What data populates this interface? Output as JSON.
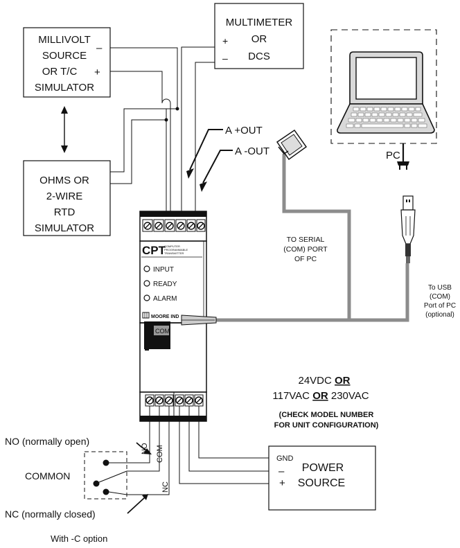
{
  "millivolt_source": {
    "line1": "MILLIVOLT",
    "line2": "SOURCE",
    "line3": "OR T/C",
    "line4": "SIMULATOR",
    "minus": "–",
    "plus": "+"
  },
  "ohms_simulator": {
    "line1": "OHMS OR",
    "line2": "2-WIRE",
    "line3": "RTD",
    "line4": "SIMULATOR"
  },
  "multimeter": {
    "line1": "MULTIMETER",
    "line2": "OR",
    "line3": "DCS",
    "plus": "+",
    "minus": "–"
  },
  "pc": {
    "label": "PC"
  },
  "outputs": {
    "plus": "A +OUT",
    "minus": "A -OUT"
  },
  "device": {
    "brand": "CPT",
    "brand_sub1": "COMPUTER",
    "brand_sub2": "PROGRAMMABLE",
    "brand_sub3": "TRANSMITTER",
    "led_input": "INPUT",
    "led_ready": "READY",
    "led_alarm": "ALARM",
    "maker": "MOORE IND",
    "port": "COM"
  },
  "serial": {
    "line1": "TO SERIAL",
    "line2": "(COM) PORT",
    "line3": "OF PC"
  },
  "usb": {
    "line1": "To USB",
    "line2": "(COM)",
    "line3": "Port of PC",
    "line4": "(optional)"
  },
  "power_spec": {
    "line1_a": "24VDC ",
    "line1_b": "OR",
    "line2_a": "117VAC ",
    "line2_b": "OR",
    "line2_c": " 230VAC",
    "note1": "(CHECK MODEL NUMBER",
    "note2": "FOR UNIT CONFIGURATION)"
  },
  "power_source": {
    "gnd": "GND",
    "minus": "–",
    "plus": "+",
    "line1": "POWER",
    "line2": "SOURCE"
  },
  "relay": {
    "no_label": "NO (normally open)",
    "common_label": "COMMON",
    "nc_label": "NC (normally closed)",
    "wire_no": "NO",
    "wire_com": "COM",
    "wire_nc": "NC",
    "option": "With -C option"
  }
}
